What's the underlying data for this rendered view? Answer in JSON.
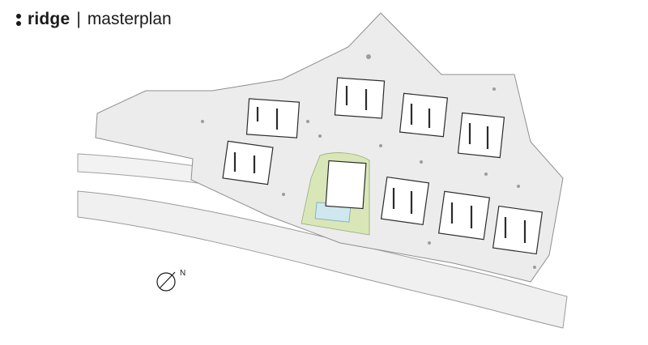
{
  "header": {
    "brand": "ridge",
    "separator": "|",
    "subtitle": "masterplan"
  },
  "compass": {
    "label": "N"
  },
  "colors": {
    "ink": "#1a1a1a",
    "site_fill": "#ececec",
    "road_fill": "#f0f0f0",
    "building": "#2b2b2b",
    "lawn": "#d9e6b8",
    "pool": "#cfe8ef"
  },
  "icons": [
    "logo-dots-icon",
    "north-arrow-icon"
  ]
}
